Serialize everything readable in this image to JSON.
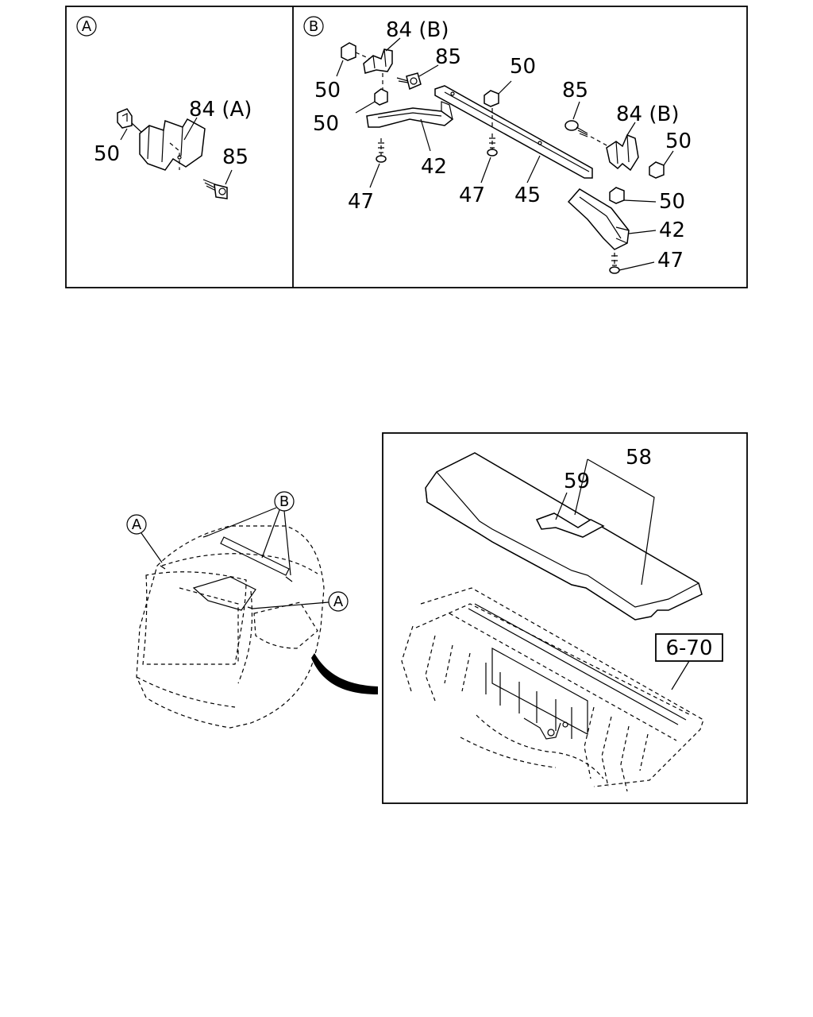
{
  "panel_a": {
    "marker": "A",
    "labels": {
      "p50": "50",
      "p84a": "84 (A)",
      "p85": "85"
    }
  },
  "panel_b": {
    "marker": "B",
    "labels": {
      "p84b_1": "84 (B)",
      "p85_1": "85",
      "p50_1": "50",
      "p50_2": "50",
      "p50_3": "50",
      "p85_2": "85",
      "p84b_2": "84 (B)",
      "p50_4": "50",
      "p50_5": "50",
      "p42_1": "42",
      "p42_2": "42",
      "p47_1": "47",
      "p47_2": "47",
      "p47_3": "47",
      "p45": "45"
    }
  },
  "vehicle": {
    "marker_a1": "A",
    "marker_b": "B",
    "marker_a2": "A"
  },
  "detail": {
    "labels": {
      "p58": "58",
      "p59": "59"
    },
    "ref_box": "6-70"
  }
}
